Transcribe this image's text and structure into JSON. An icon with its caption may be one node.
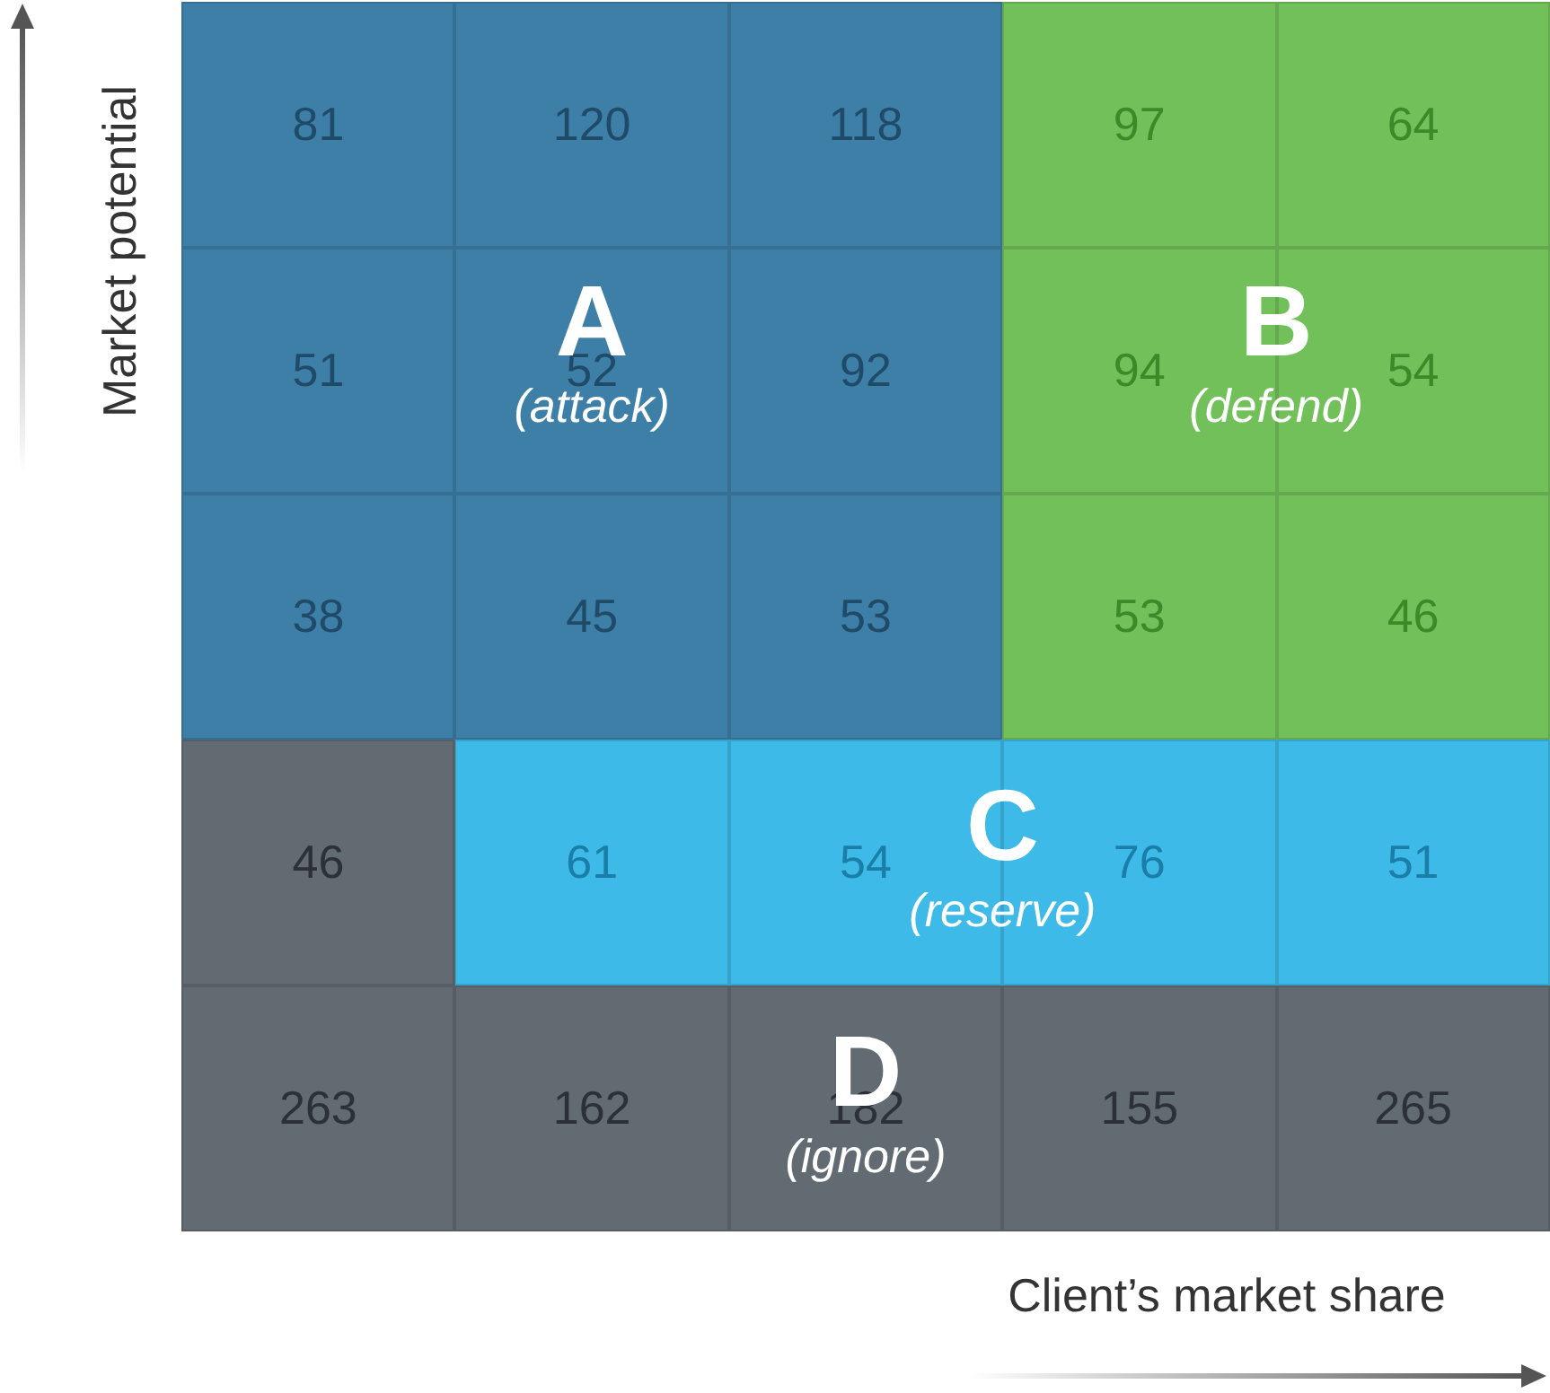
{
  "diagram": {
    "nodes": [
      {
        "text": [
          "A",
          "(attack)"
        ]
      },
      {
        "text": [
          "B",
          "(defend)"
        ]
      },
      {
        "text": [
          "C",
          "(reserve)"
        ]
      },
      {
        "text": [
          "D",
          "(ignore)"
        ]
      }
    ],
    "labels": [
      "Market potential",
      "81",
      "120",
      "118",
      "97",
      "64",
      "51",
      "52",
      "92",
      "94",
      "54",
      "38",
      "45",
      "53",
      "53",
      "46",
      "46",
      "61",
      "54",
      "76",
      "51",
      "263",
      "162",
      "182",
      "155",
      "265",
      "Client’s market share"
    ]
  }
}
